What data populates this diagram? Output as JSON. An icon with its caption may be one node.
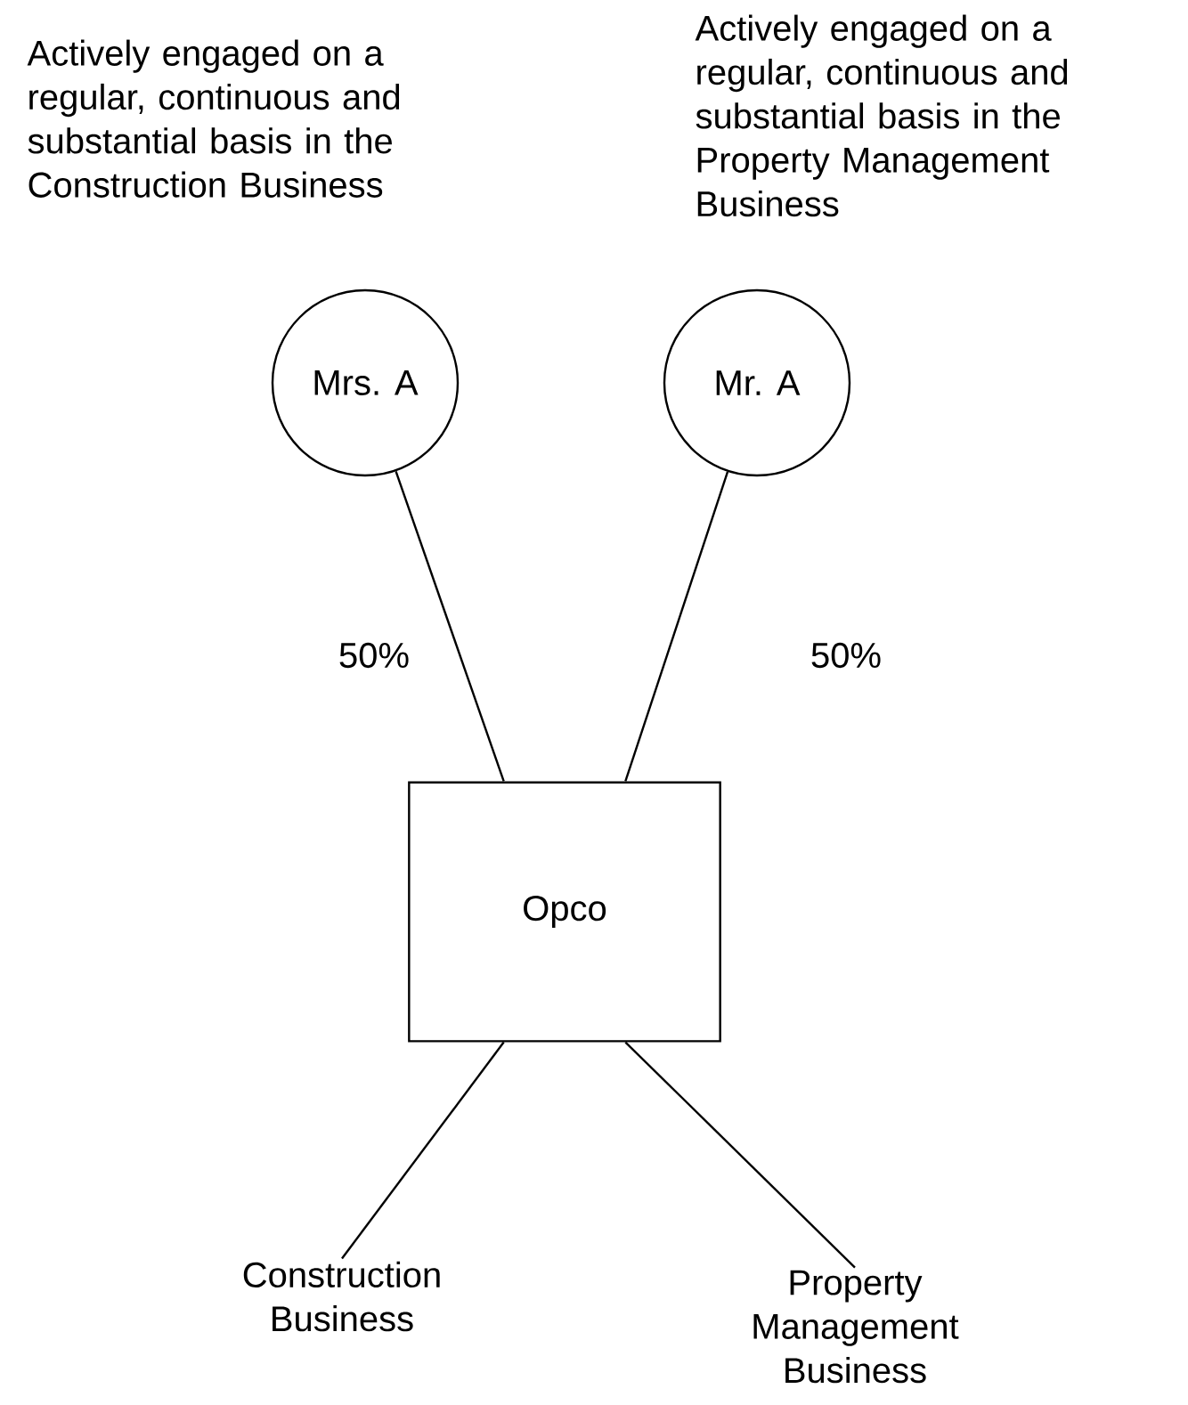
{
  "diagram": {
    "nodes": [
      {
        "text": [
          "Mrs. A"
        ],
        "beside": [
          "Actively engaged on a regular, continuous and substantial basis in the Construction Business"
        ]
      },
      {
        "text": [
          "Mr. A"
        ],
        "beside": [
          "Actively engaged on a regular, continuous and substantial basis in the Property Management Business"
        ]
      },
      {
        "text": [
          "Opco"
        ]
      },
      {
        "text": [
          "Construction Business"
        ]
      },
      {
        "text": [
          "Property Management Business"
        ]
      }
    ],
    "edges": [
      {
        "from": 0,
        "to": 2,
        "arrow": "none",
        "label": "50%"
      },
      {
        "from": 1,
        "to": 2,
        "arrow": "none",
        "label": "50%"
      },
      {
        "from": 2,
        "to": 3,
        "arrow": "none"
      },
      {
        "from": 2,
        "to": 4,
        "arrow": "none"
      }
    ]
  }
}
